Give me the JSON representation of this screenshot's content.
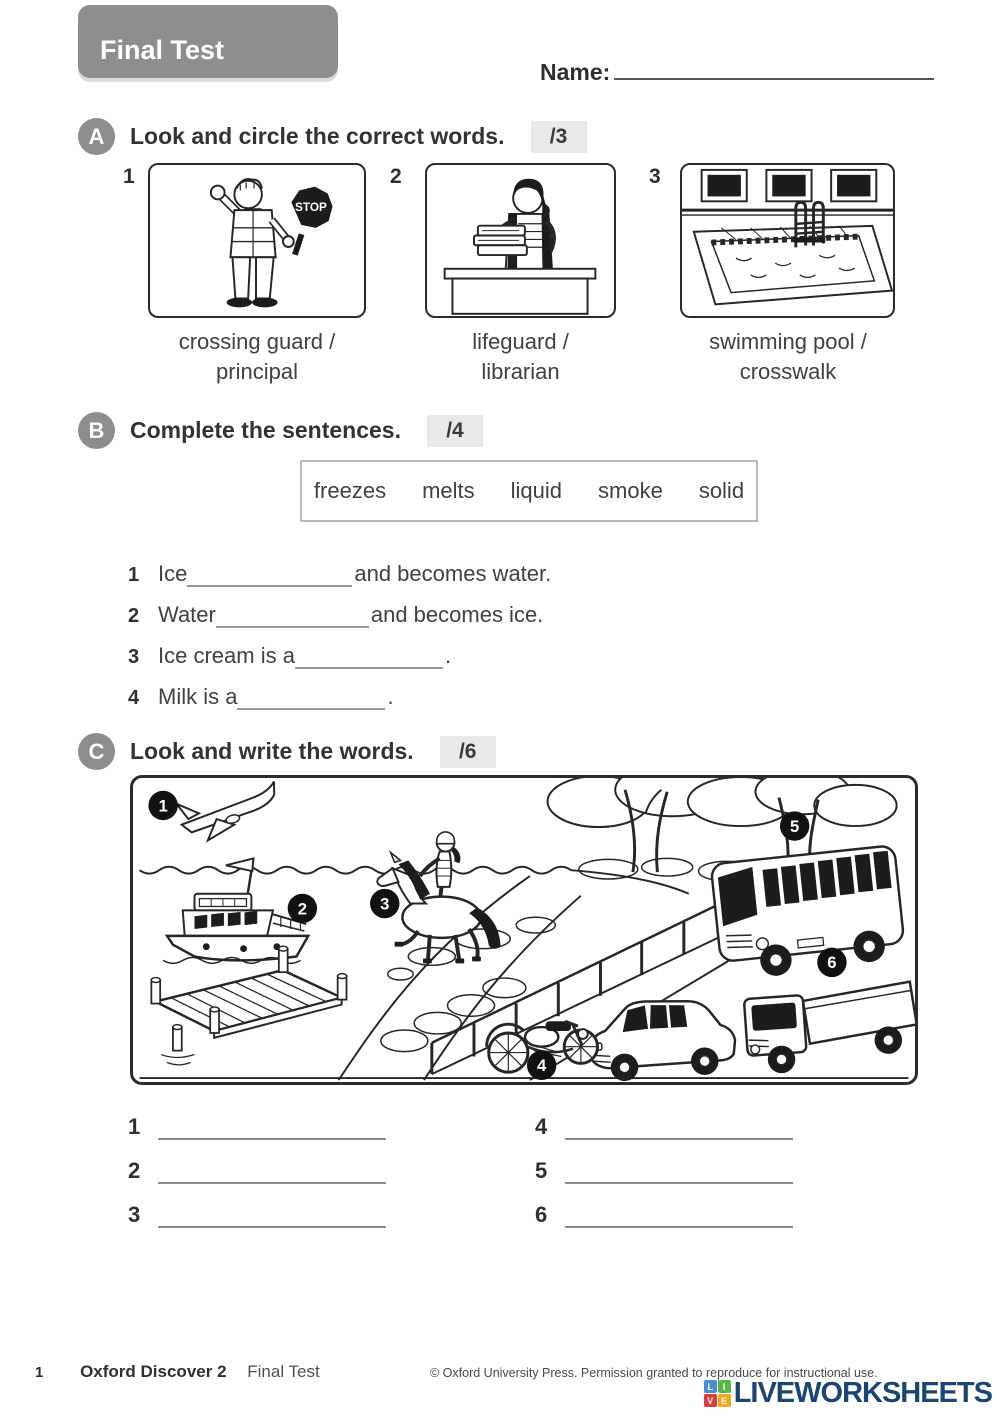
{
  "header": {
    "tab_title": "Final Test",
    "name_label": "Name:"
  },
  "section_a": {
    "letter": "A",
    "instruction": "Look and circle the correct words.",
    "score": "/3",
    "figures": [
      {
        "number": "1",
        "caption_line1": "crossing guard /",
        "caption_line2": "principal",
        "sign_text": "STOP"
      },
      {
        "number": "2",
        "caption_line1": "lifeguard /",
        "caption_line2": "librarian"
      },
      {
        "number": "3",
        "caption_line1": "swimming pool /",
        "caption_line2": "crosswalk"
      }
    ]
  },
  "section_b": {
    "letter": "B",
    "instruction": "Complete the sentences.",
    "score": "/4",
    "word_bank": [
      "freezes",
      "melts",
      "liquid",
      "smoke",
      "solid"
    ],
    "sentences": [
      {
        "number": "1",
        "pre": "Ice",
        "post": "and becomes water."
      },
      {
        "number": "2",
        "pre": "Water",
        "post": "and becomes ice."
      },
      {
        "number": "3",
        "pre": "Ice cream is a",
        "post": "."
      },
      {
        "number": "4",
        "pre": "Milk is a",
        "post": "."
      }
    ]
  },
  "section_c": {
    "letter": "C",
    "instruction": "Look and write the words.",
    "score": "/6",
    "scene_badges": [
      "1",
      "2",
      "3",
      "4",
      "5",
      "6"
    ],
    "answers": [
      {
        "number": "1"
      },
      {
        "number": "2"
      },
      {
        "number": "3"
      },
      {
        "number": "4"
      },
      {
        "number": "5"
      },
      {
        "number": "6"
      }
    ]
  },
  "footer": {
    "page_number": "1",
    "series": "Oxford Discover 2",
    "doc_title": "Final Test",
    "copyright": "© Oxford University Press. Permission granted to reproduce for instructional use.",
    "logo_text": "LIVEWORKSHEETS",
    "logo_tiles": [
      {
        "letter": "L",
        "color": "#4a8fd3"
      },
      {
        "letter": "I",
        "color": "#58b847"
      },
      {
        "letter": "V",
        "color": "#e03c40"
      },
      {
        "letter": "E",
        "color": "#f4a71d"
      }
    ]
  },
  "colors": {
    "tab_bg": "#8e8e90",
    "badge_bg": "#8d8d8f",
    "score_bg": "#e9e9e7",
    "ink": "#414042",
    "logo_navy": "#1b4576"
  }
}
